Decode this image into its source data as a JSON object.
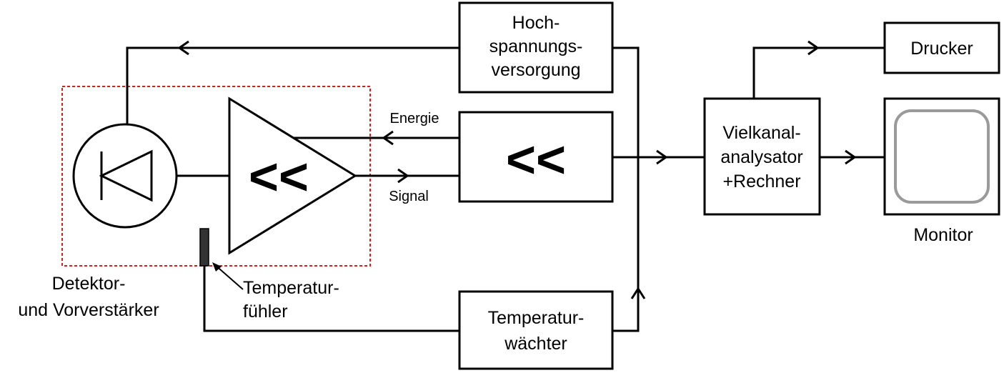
{
  "blocks": {
    "hv_supply": [
      "Hoch-",
      "spannungs-",
      "versorgung"
    ],
    "shaper_symbol": "<<",
    "preamp_symbol": "<<",
    "analyzer": [
      "Vielkanal-",
      "analysator",
      "+Rechner"
    ],
    "printer": "Drucker",
    "monitor": "Monitor",
    "temp_monitor": [
      "Temperatur-",
      "wächter"
    ]
  },
  "signals": {
    "energy": "Energie",
    "signal": "Signal"
  },
  "labels": {
    "detector": [
      "Detektor-",
      "und Vorverstärker"
    ],
    "temp_sensor": [
      "Temperatur-",
      "fühler"
    ]
  },
  "colors": {
    "detector_frame": "#d62020",
    "temp_sensor": "#333333",
    "monitor_screen": "#9a9a9a"
  }
}
